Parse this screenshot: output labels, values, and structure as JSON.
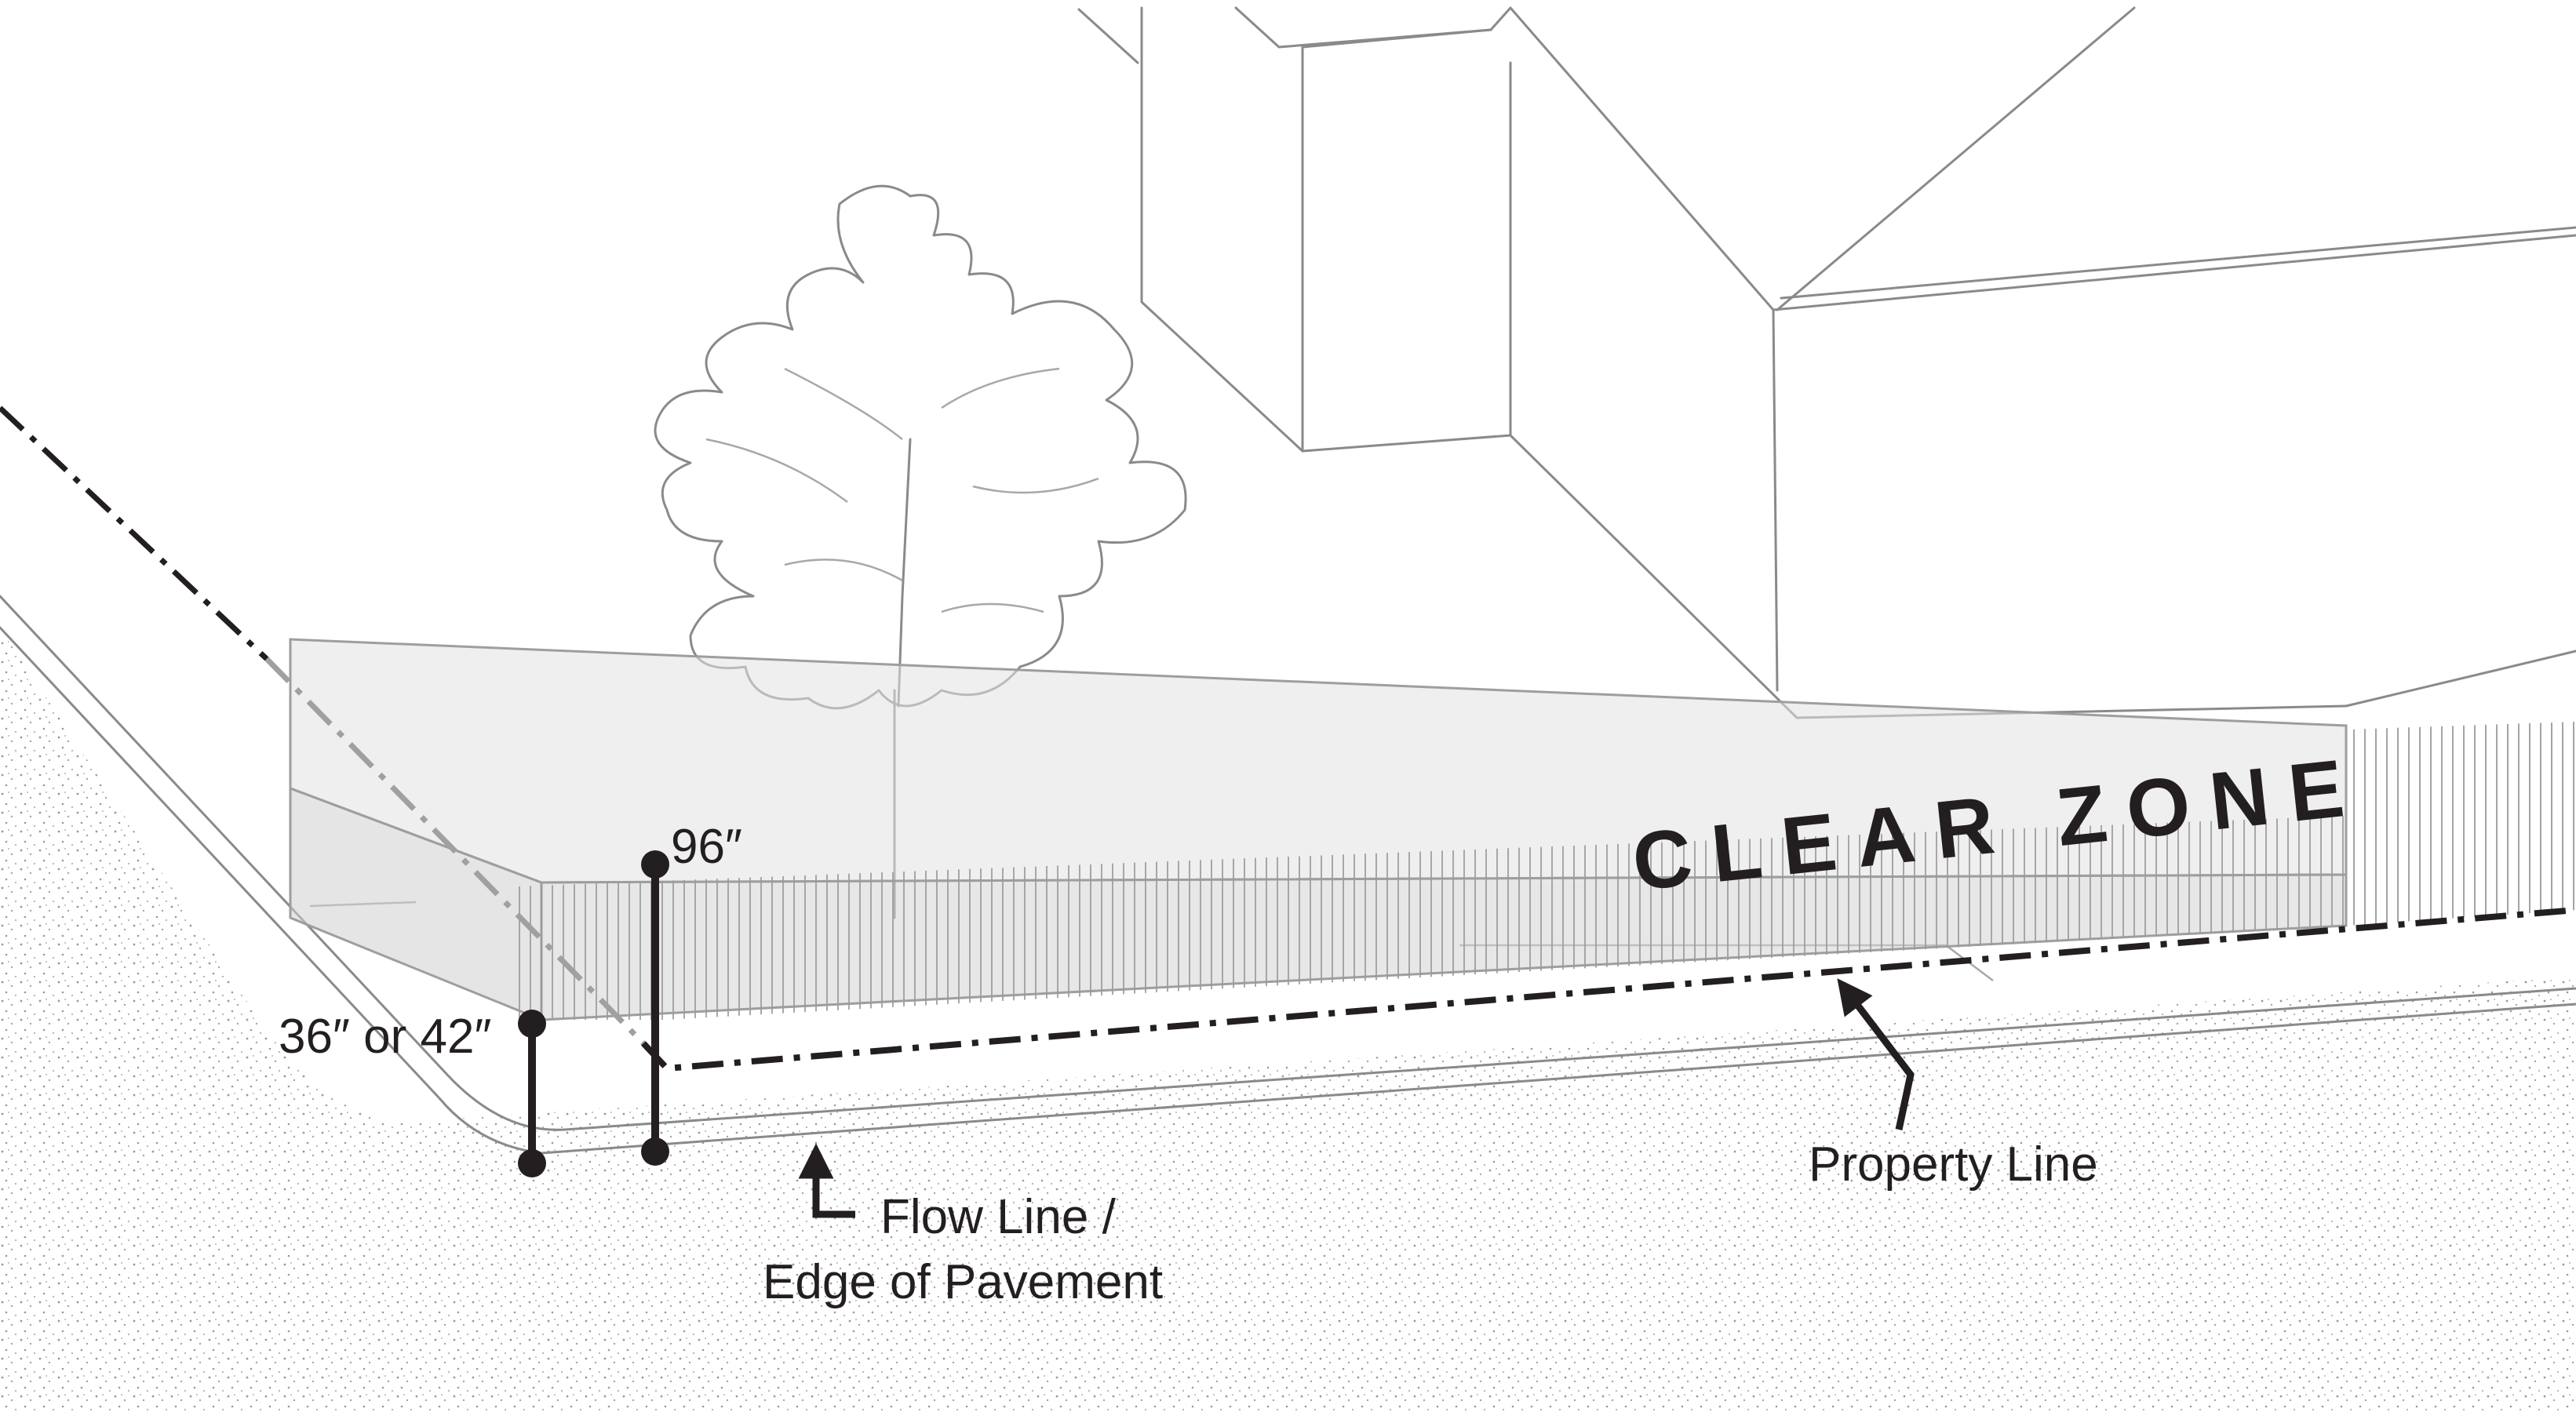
{
  "labels": {
    "clear_zone": "CLEAR ZONE",
    "height_96": "96″",
    "height_36_42": "36″ or 42″",
    "property_line": "Property Line",
    "flow_line_1": "Flow Line /",
    "flow_line_2": "Edge of Pavement"
  },
  "colors": {
    "ink": "#231f20",
    "sketch": "#8a8a8a",
    "clear_zone_fill": "#d9d9d9",
    "pavement_dots": "#9a9a9a"
  },
  "icons": {
    "dimension_markers": "dimension-bar-with-dots",
    "leader_arrows": "arrow-leader"
  }
}
